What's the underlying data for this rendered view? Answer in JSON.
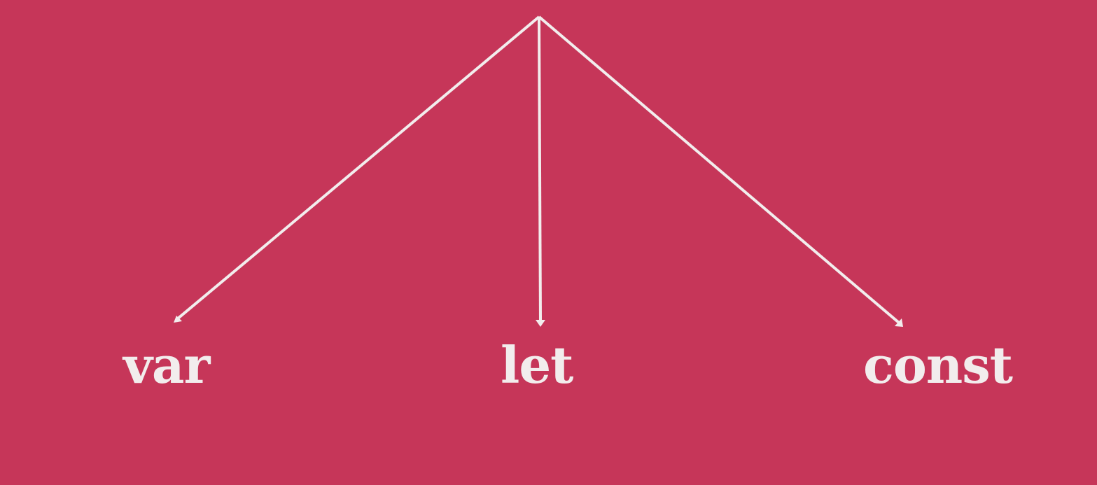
{
  "diagram": {
    "nodes": [
      {
        "id": "var",
        "label": "var"
      },
      {
        "id": "let",
        "label": "let"
      },
      {
        "id": "const",
        "label": "const"
      }
    ],
    "edges": [
      {
        "from": "root",
        "to": "var"
      },
      {
        "from": "root",
        "to": "let"
      },
      {
        "from": "root",
        "to": "const"
      }
    ]
  },
  "colors": {
    "background": "#c63659",
    "foreground": "#f2eded"
  }
}
